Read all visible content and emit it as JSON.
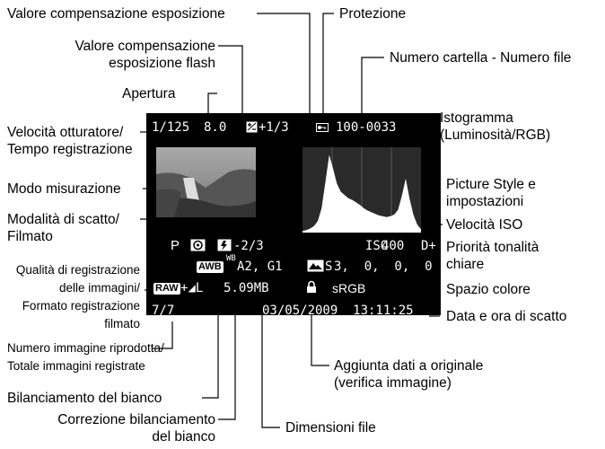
{
  "screen": {
    "shutter": "1/125",
    "aperture": "8.0",
    "exposure_comp": "+1/3",
    "folder_file": "100-0033",
    "metering_mode": "P",
    "flash_comp": "-2/3",
    "wb_badge": "AWB",
    "wb_correction": "A2, G1",
    "picture_style_values": "3,  0,  0,  0",
    "iso": "400",
    "highlight_priority": "D+",
    "raw_badge": "RAW",
    "quality_suffix": "+◢L",
    "file_size": "5.09MB",
    "color_space": "sRGB",
    "image_count": "7/7",
    "datetime": "03/05/2009  13:11:25",
    "iso_prefix": "ISO",
    "wb_prefix": "WB",
    "ps_prefix": "S"
  },
  "labels": {
    "exposure_comp_value": "Valore compensazione esposizione",
    "protection": "Protezione",
    "flash_comp": "Valore compensazione\nesposizione flash",
    "folder_file": "Numero cartella - Numero file",
    "aperture": "Apertura",
    "shutter": "Velocità otturatore/\nTempo registrazione",
    "histogram": "Istogramma\n(Luminosità/RGB)",
    "metering": "Modo misurazione",
    "picture_style": "Picture Style e\nimpostazioni",
    "shooting_mode": "Modalità di scatto/\nFilmato",
    "iso_speed": "Velocità ISO",
    "highlight_priority": "Priorità tonalità\nchiare",
    "quality": "Qualità di registrazione\ndelle immagini/\nFormato registrazione\nfilmato",
    "color_space": "Spazio colore",
    "datetime": "Data e ora di scatto",
    "playback_number": "Numero immagine riprodotta/\nTotale immagini registrate",
    "verification": "Aggiunta dati a originale\n(verifica immagine)",
    "white_balance": "Bilanciamento del bianco",
    "wb_correction": "Correzione bilanciamento\ndel bianco",
    "file_size": "Dimensioni file"
  },
  "histogram": {
    "levels": [
      0.02,
      0.03,
      0.05,
      0.08,
      0.14,
      0.3,
      0.62,
      0.95,
      0.78,
      0.6,
      0.5,
      0.46,
      0.42,
      0.4,
      0.37,
      0.34,
      0.3,
      0.27,
      0.25,
      0.23,
      0.21,
      0.2,
      0.19,
      0.2,
      0.22,
      0.28,
      0.45,
      0.66,
      0.42,
      0.22,
      0.1,
      0.04
    ],
    "fill_color": "#ffffff",
    "background_color": "#2a2a2a"
  },
  "colors": {
    "screen_bg": "#000000",
    "text": "#000000",
    "leader_line": "#000000"
  }
}
